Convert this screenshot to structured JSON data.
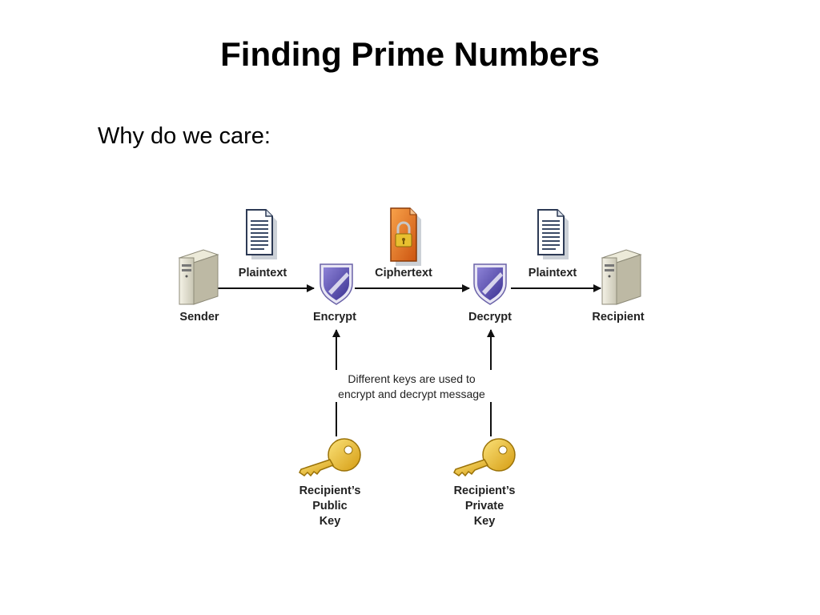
{
  "slide": {
    "title": "Finding Prime Numbers",
    "bullet": "Why do we care:"
  },
  "diagram": {
    "nodes": {
      "sender": "Sender",
      "encrypt": "Encrypt",
      "decrypt": "Decrypt",
      "recipient": "Recipient"
    },
    "edges": {
      "plaintext_in": "Plaintext",
      "ciphertext": "Ciphertext",
      "plaintext_out": "Plaintext"
    },
    "note": {
      "line1": "Different keys are used to",
      "line2": "encrypt and decrypt message"
    },
    "public_key": {
      "line1": "Recipient’s",
      "line2": "Public",
      "line3": "Key"
    },
    "private_key": {
      "line1": "Recipient’s",
      "line2": "Private",
      "line3": "Key"
    },
    "colors": {
      "shield": "#5a4fb0",
      "key": "#e8b820",
      "lock_doc": "#e06a18",
      "document": "#3a4a66"
    },
    "icons": [
      "server-icon",
      "document-icon",
      "shield-icon",
      "locked-document-icon",
      "key-icon"
    ]
  }
}
